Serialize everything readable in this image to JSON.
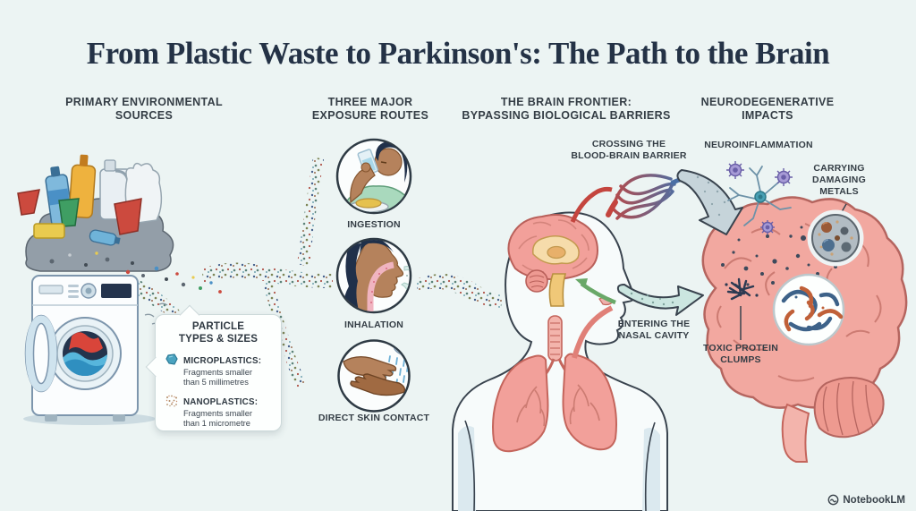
{
  "title": "From Plastic Waste to Parkinson's: The Path to the Brain",
  "watermark": {
    "label": "NotebookLM"
  },
  "colors": {
    "background": "#ecf4f3",
    "title_text": "#243246",
    "heading_text": "#343d45",
    "brain_pink": "#f2a8a0",
    "vessel_red": "#c4453e",
    "vessel_blue": "#4a6fa5",
    "arrow_teal": "#cbe6e0",
    "microplastic_blue": "#4aa3c0",
    "microglia_purple": "#a79bd6"
  },
  "sections": {
    "sources": {
      "header": "PRIMARY ENVIRONMENTAL\nSOURCES",
      "illustrations": [
        "plastic-waste-pile",
        "washing-machine",
        "microplastic-particle-stream"
      ],
      "callout": {
        "title": "PARTICLE\nTYPES & SIZES",
        "items": [
          {
            "icon": "microplastic-fragment-icon",
            "term": "MICROPLASTICS:",
            "definition": "Fragments smaller\nthan 5 millimetres"
          },
          {
            "icon": "nanoplastic-speckles-icon",
            "term": "NANOPLASTICS:",
            "definition": "Fragments smaller\nthan 1 micrometre"
          }
        ]
      }
    },
    "routes": {
      "header": "THREE MAJOR\nEXPOSURE ROUTES",
      "items": [
        {
          "label": "INGESTION",
          "illustration": "person-drinking-water"
        },
        {
          "label": "INHALATION",
          "illustration": "person-breathing-particles"
        },
        {
          "label": "DIRECT SKIN CONTACT",
          "illustration": "hands-under-shower"
        }
      ]
    },
    "barriers": {
      "header": "THE BRAIN FRONTIER:\nBYPASSING BIOLOGICAL BARRIERS",
      "labels": {
        "blood_brain": "CROSSING THE\nBLOOD-BRAIN BARRIER",
        "nasal": "ENTERING THE\nNASAL CAVITY"
      },
      "illustrations": [
        "human-head-cross-section",
        "capillary-network",
        "lungs"
      ]
    },
    "impacts": {
      "header": "NEURODEGENERATIVE\nIMPACTS",
      "labels": {
        "neuroinflammation": "NEUROINFLAMMATION",
        "metals": "CARRYING\nDAMAGING\nMETALS",
        "protein": "TOXIC PROTEIN\nCLUMPS"
      },
      "illustrations": [
        "affected-brain",
        "neuron-with-microglia",
        "metal-particles-inset",
        "protein-clumps-inset"
      ]
    }
  }
}
